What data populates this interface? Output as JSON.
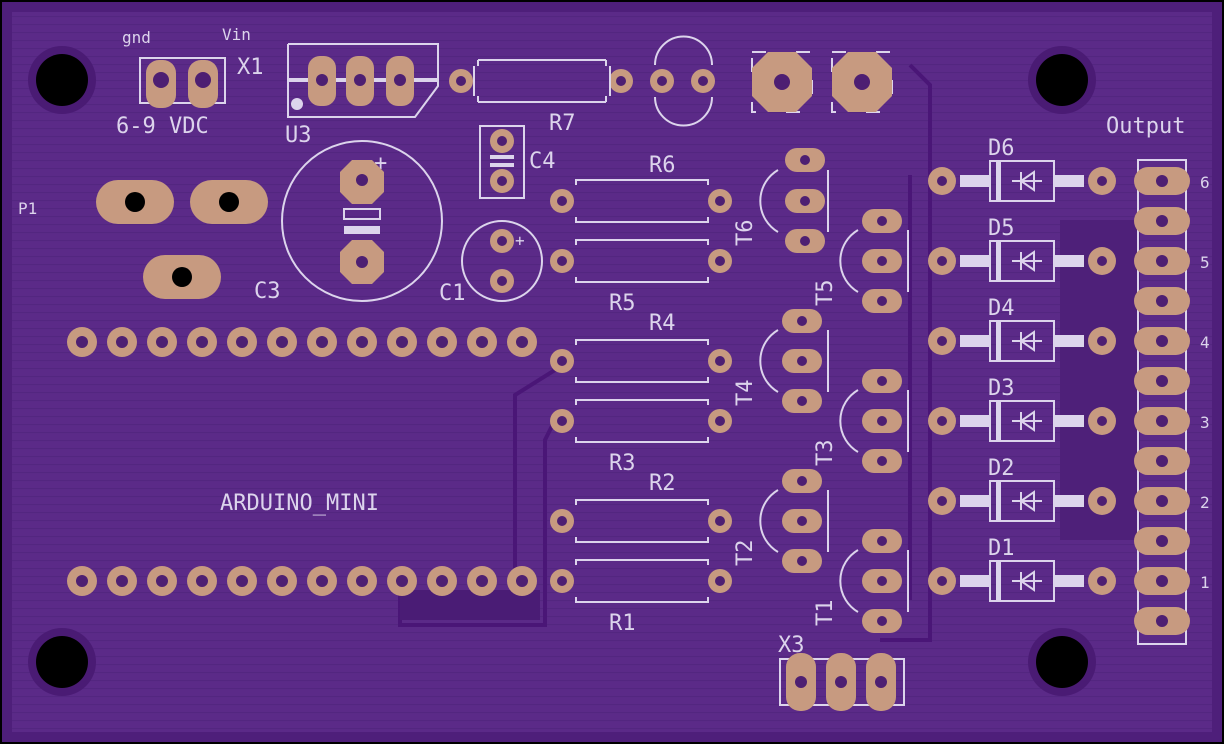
{
  "colors": {
    "board": "#5a2a86",
    "board_dark": "#4e1f7a",
    "silkscreen": "#dcd4ec",
    "copper_pad": "#c79a80",
    "mounting_hole": "#000000"
  },
  "labels": {
    "gnd": "gnd",
    "vin": "Vin",
    "x1": "X1",
    "vdc": "6-9  VDC",
    "u3": "U3",
    "r7": "R7",
    "c4": "C4",
    "p1": "P1",
    "c3": "C3",
    "c1": "C1",
    "plus": "+",
    "r6": "R6",
    "r5": "R5",
    "r4": "R4",
    "r3": "R3",
    "r2": "R2",
    "r1": "R1",
    "t1": "T1",
    "t2": "T2",
    "t3": "T3",
    "t4": "T4",
    "t5": "T5",
    "t6": "T6",
    "d1": "D1",
    "d2": "D2",
    "d3": "D3",
    "d4": "D4",
    "d5": "D5",
    "d6": "D6",
    "output": "Output",
    "out1": "1",
    "out2": "2",
    "out3": "3",
    "out4": "4",
    "out5": "5",
    "out6": "6",
    "arduino": "ARDUINO_MINI",
    "x3": "X3"
  }
}
